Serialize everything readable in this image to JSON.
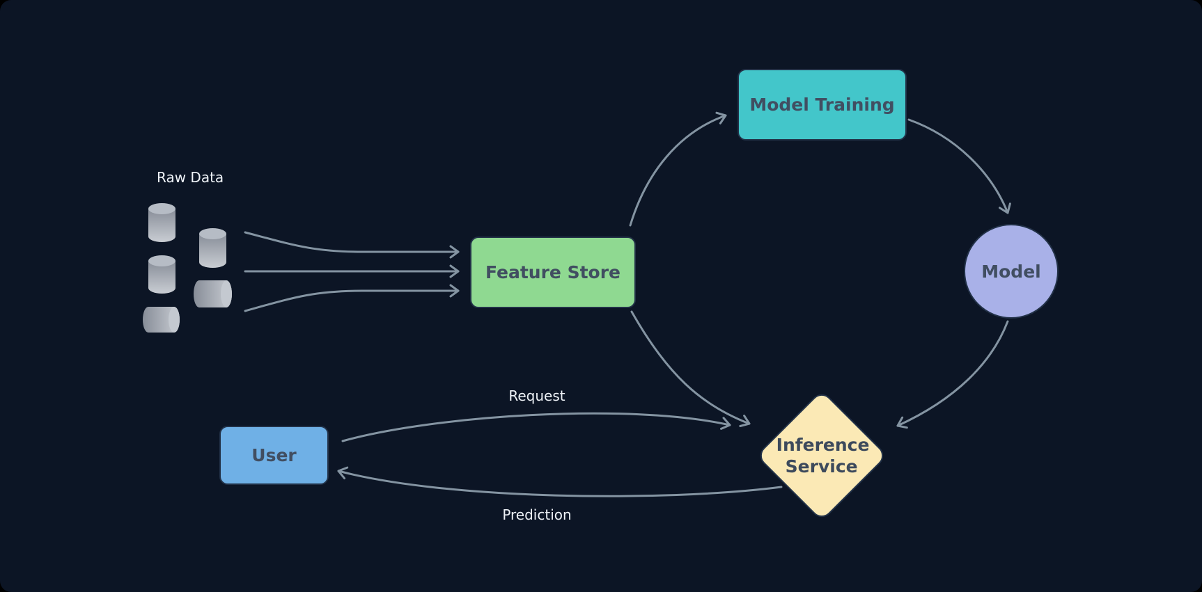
{
  "diagram": {
    "canvas": {
      "background": "#0c1525",
      "arrow_color": "#8494a2"
    },
    "nodes": {
      "feature_store": {
        "label": "Feature Store",
        "fill": "#8fd991"
      },
      "model_training": {
        "label": "Model Training",
        "fill": "#43c6ca"
      },
      "model": {
        "label": "Model",
        "fill": "#a9b1e8"
      },
      "inference_service": {
        "label": "Inference Service",
        "fill": "#fbe9b5"
      },
      "user": {
        "label": "User",
        "fill": "#6fb0e6"
      }
    },
    "annotations": {
      "raw_data": "Raw Data"
    },
    "edge_labels": {
      "request": "Request",
      "prediction": "Prediction"
    },
    "icons": [
      {
        "name": "database-cylinder",
        "count": 5,
        "color_dark": "#878d98",
        "color_light": "#c9cdd3"
      }
    ]
  }
}
